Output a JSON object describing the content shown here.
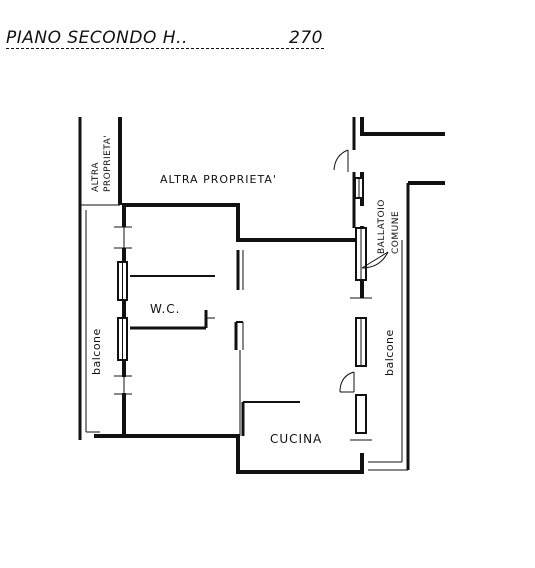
{
  "header": {
    "title": "PIANO  SECONDO  H..",
    "height_value": "270"
  },
  "labels": {
    "altra_proprieta_top": "ALTRA   PROPRIETA'",
    "altra_proprieta_side_1": "ALTRA",
    "altra_proprieta_side_2": "PROPRIETA'",
    "ballatoio_1": "BALLATOIO",
    "ballatoio_2": "COMUNE",
    "wc": "W.C.",
    "balcone_left": "balcone",
    "balcone_right": "balcone",
    "cucina": "CUCINA"
  },
  "colors": {
    "ink": "#111111",
    "paper": "#ffffff"
  }
}
